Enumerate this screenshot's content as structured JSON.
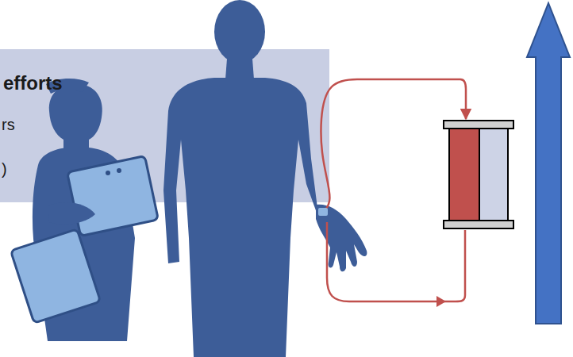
{
  "diagram": {
    "nodes": [
      {
        "text": [
          "efforts",
          "rs",
          ")"
        ]
      }
    ]
  }
}
